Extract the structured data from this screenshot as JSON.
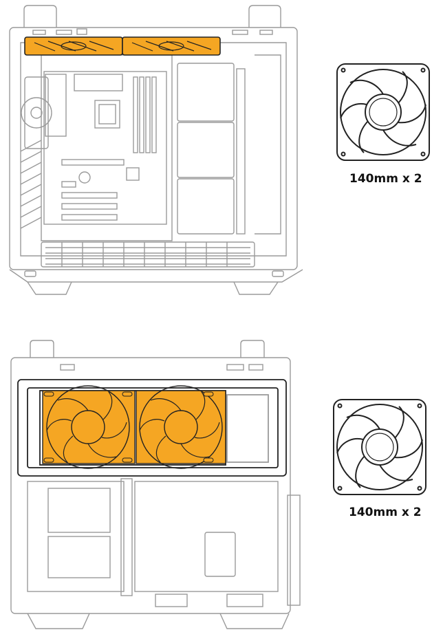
{
  "colors": {
    "accent": "#f5a623",
    "line": "#9a9a9a",
    "dark": "#222222"
  },
  "diagrams": [
    {
      "view": "top-mount",
      "fan_icon": "fan-140mm-icon",
      "caption": "140mm x 2"
    },
    {
      "view": "side-mount",
      "fan_icon": "fan-140mm-icon",
      "caption": "140mm x 2"
    }
  ]
}
